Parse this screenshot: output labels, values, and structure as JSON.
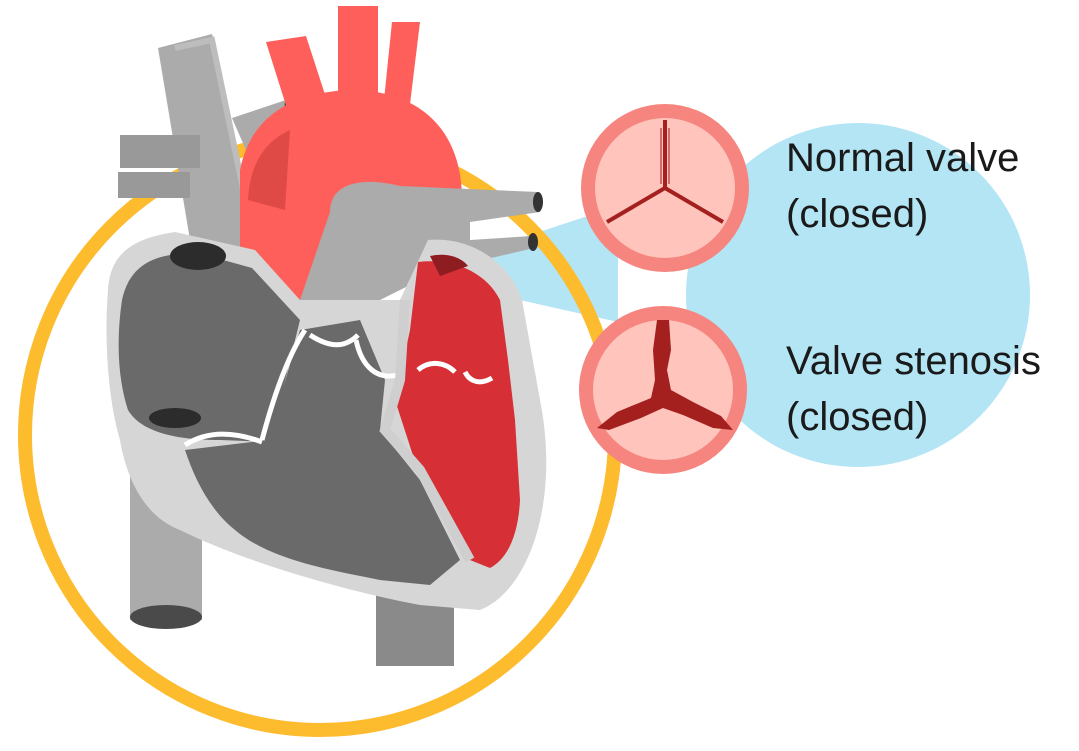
{
  "labels": {
    "normal_valve": {
      "line1": "Normal valve",
      "line2": "(closed)"
    },
    "valve_stenosis": {
      "line1": "Valve stenosis",
      "line2": "(closed)"
    }
  },
  "colors": {
    "highlight_ring": "#FDBB2E",
    "callout_bubble": "#B3E5F5",
    "aorta_red": "#FF5F5A",
    "left_ventricle_red": "#D62F35",
    "vessel_gray": "#ABABAB",
    "chamber_dark_gray": "#6A6A6A",
    "valve_ring": "#F5857E",
    "valve_fill": "#FFC4BB",
    "valve_line": "#A3201F"
  },
  "icons": {
    "heart": "heart-anatomy-icon",
    "normal_valve": "normal-valve-icon",
    "stenosis_valve": "stenosis-valve-icon"
  }
}
